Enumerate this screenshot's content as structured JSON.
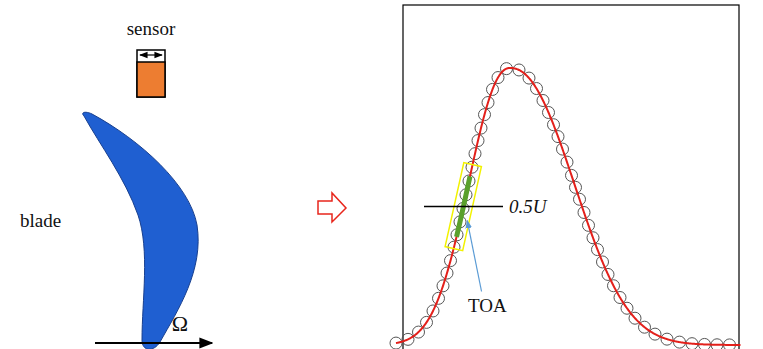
{
  "diagram": {
    "labels": [
      "sensor",
      "blade",
      "Ω",
      "0.5U",
      "TOA"
    ]
  }
}
